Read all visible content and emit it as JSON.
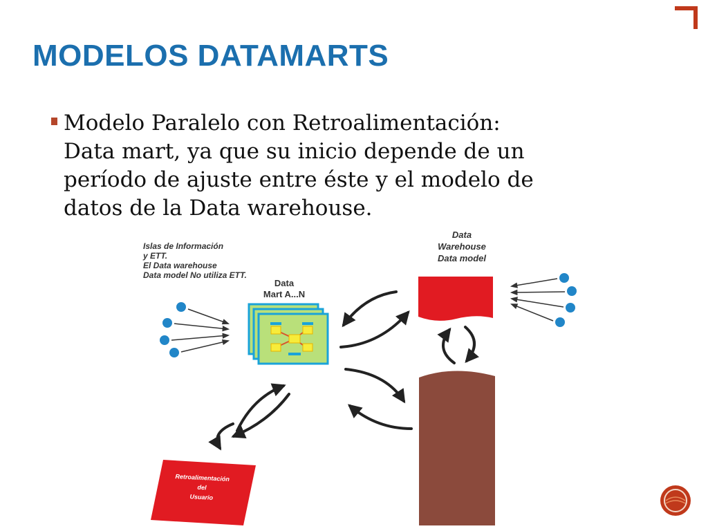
{
  "slide": {
    "title": "MODELOS DATAMARTS",
    "bullet_text": "Modelo Paralelo con Retroalimentación:\nData mart, ya que su inicio depende de un\nperíodo de ajuste entre éste y el modelo de\ndatos de la Data warehouse."
  },
  "diagram": {
    "note_lines": [
      "Islas de Información",
      "y ETT.",
      "El Data warehouse",
      "Data model No utiliza ETT."
    ],
    "data_mart_label": [
      "Data",
      "Mart A...N"
    ],
    "data_warehouse_label": [
      "Data",
      "Warehouse",
      "Data model"
    ],
    "feedback_label": [
      "Retroalimentación",
      "del",
      "Usuario"
    ]
  },
  "colors": {
    "title": "#1b6fae",
    "bullet": "#b5462a",
    "data_warehouse": "#e11b22",
    "database_cylinder": "#8b4a3c",
    "feedback_box": "#e11b22",
    "data_mart_fill": "#b9e07a",
    "data_mart_border": "#1aa3d9",
    "node_fill": "#f7ec3a",
    "source_dot": "#2186c8",
    "nav_button": "#c0391b",
    "corner_accent": "#c0391b"
  },
  "icons": {
    "nav": "round-nav-button",
    "corner": "corner-bracket"
  }
}
